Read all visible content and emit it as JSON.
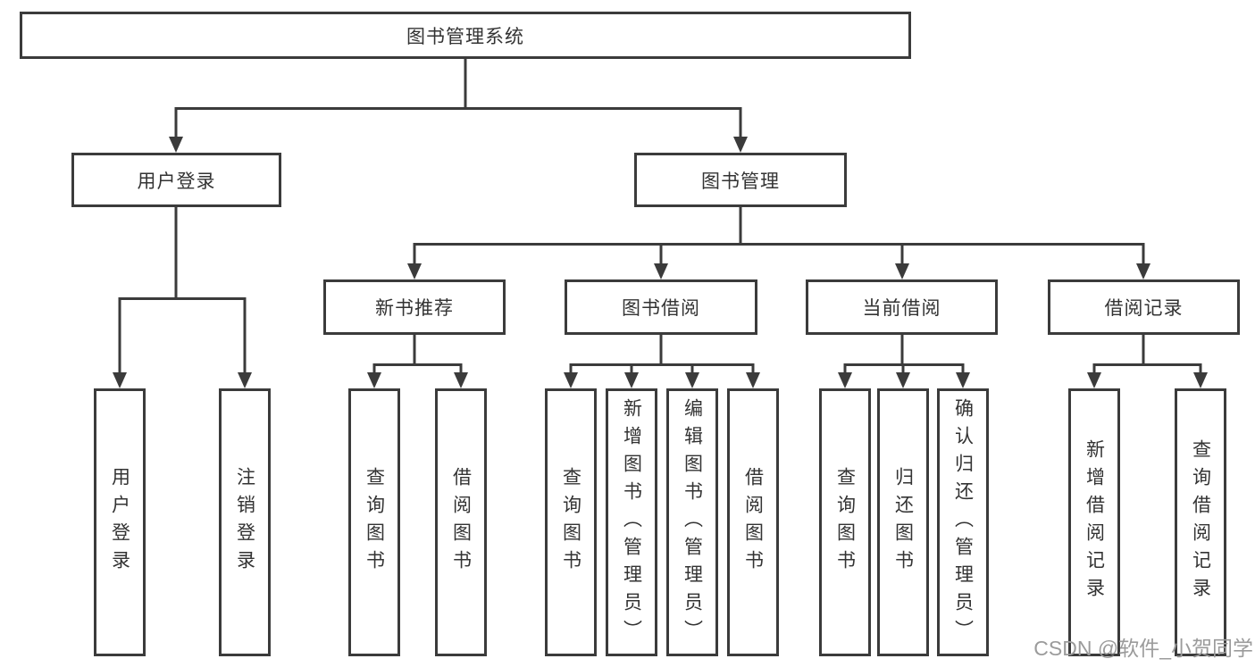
{
  "watermark": "CSDN @软件_小贺同学",
  "colors": {
    "line": "#3b3b3b",
    "box_border": "#3b3b3b",
    "text": "#333333",
    "watermark": "#9b9b9b",
    "background": "#ffffff"
  },
  "tree": {
    "root": {
      "label": "图书管理系统"
    },
    "branches": [
      {
        "label": "用户登录",
        "children": [
          {
            "label": "用户登录"
          },
          {
            "label": "注销登录"
          }
        ]
      },
      {
        "label": "图书管理",
        "children": [
          {
            "label": "新书推荐",
            "children": [
              {
                "label": "查询图书"
              },
              {
                "label": "借阅图书"
              }
            ]
          },
          {
            "label": "图书借阅",
            "children": [
              {
                "label": "查询图书"
              },
              {
                "label": "新增图书（管理员）"
              },
              {
                "label": "编辑图书（管理员）"
              },
              {
                "label": "借阅图书"
              }
            ]
          },
          {
            "label": "当前借阅",
            "children": [
              {
                "label": "查询图书"
              },
              {
                "label": "归还图书"
              },
              {
                "label": "确认归还（管理员）"
              }
            ]
          },
          {
            "label": "借阅记录",
            "children": [
              {
                "label": "新增借阅记录"
              },
              {
                "label": "查询借阅记录"
              }
            ]
          }
        ]
      }
    ]
  }
}
